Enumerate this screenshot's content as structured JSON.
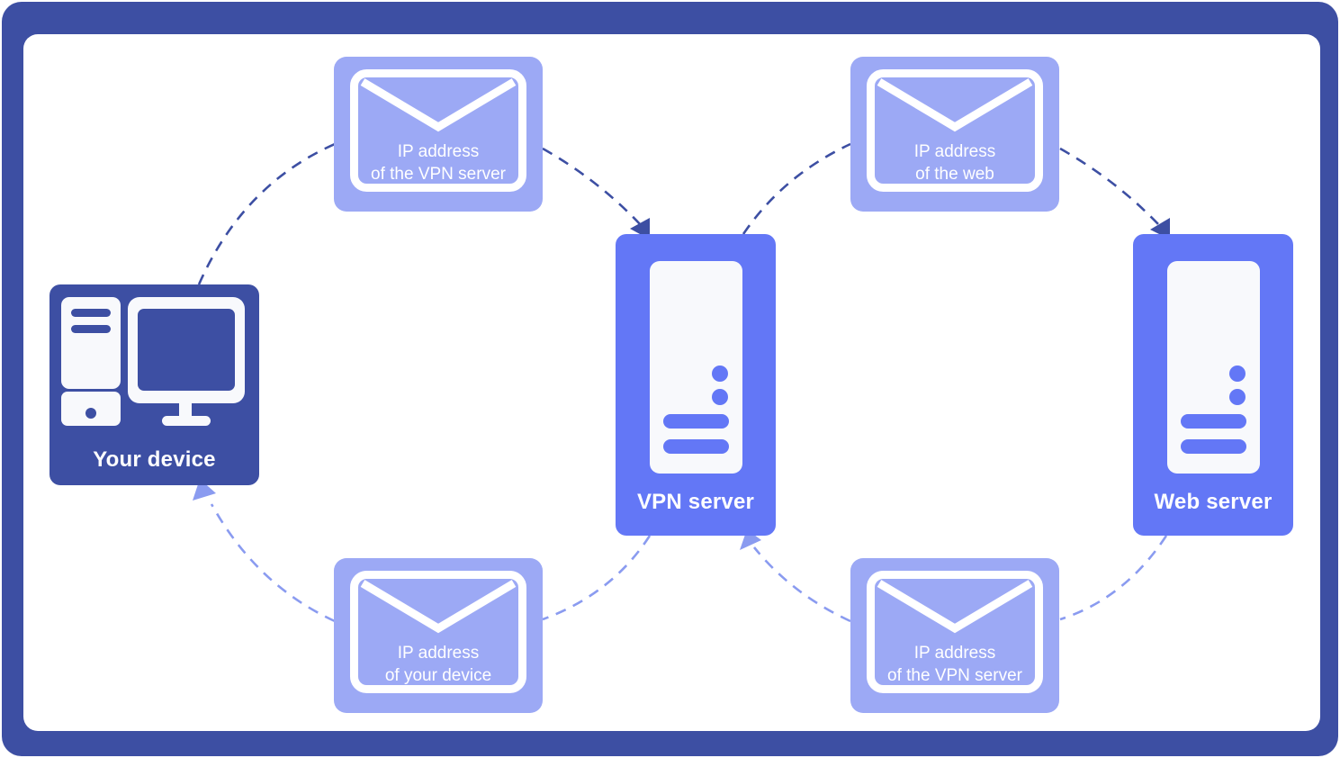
{
  "colors": {
    "frame": "#3d4fa3",
    "canvas": "#ffffff",
    "device": "#3d4fa3",
    "server": "#6377f6",
    "envelope": "#9ca9f5",
    "arrow_outbound": "#3d4fa3",
    "arrow_return": "#8a9bf0"
  },
  "nodes": {
    "device": {
      "label": "Your device",
      "icon": "desktop-computer-icon"
    },
    "vpn_server": {
      "label": "VPN server",
      "icon": "server-tower-icon"
    },
    "web_server": {
      "label": "Web server",
      "icon": "server-tower-icon"
    }
  },
  "envelopes": [
    {
      "id": "device-to-vpn",
      "line1": "IP address",
      "line2": "of the VPN server",
      "icon": "envelope-icon"
    },
    {
      "id": "vpn-to-web",
      "line1": "IP address",
      "line2": "of the web",
      "icon": "envelope-icon"
    },
    {
      "id": "vpn-to-device",
      "line1": "IP address",
      "line2": "of your device",
      "icon": "envelope-icon"
    },
    {
      "id": "web-to-vpn",
      "line1": "IP address",
      "line2": "of the VPN server",
      "icon": "envelope-icon"
    }
  ],
  "links": [
    {
      "from": "Your device",
      "to": "VPN server",
      "via": "device-to-vpn",
      "direction": "outbound"
    },
    {
      "from": "VPN server",
      "to": "Web server",
      "via": "vpn-to-web",
      "direction": "outbound"
    },
    {
      "from": "Web server",
      "to": "VPN server",
      "via": "web-to-vpn",
      "direction": "return"
    },
    {
      "from": "VPN server",
      "to": "Your device",
      "via": "vpn-to-device",
      "direction": "return"
    }
  ]
}
